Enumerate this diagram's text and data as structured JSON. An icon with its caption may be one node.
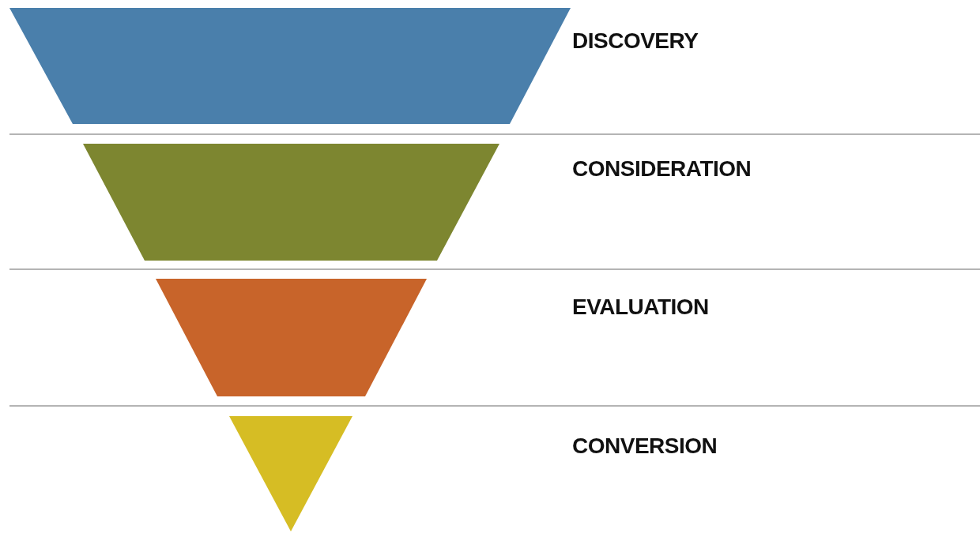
{
  "diagram": {
    "nodes": [
      {
        "text": [],
        "shape": "trapezoid"
      },
      {
        "text": [],
        "shape": "trapezoid"
      },
      {
        "text": [],
        "shape": "trapezoid"
      },
      {
        "text": [],
        "shape": "triangle"
      }
    ],
    "labels": [
      "DISCOVERY",
      "CONSIDERATION",
      "EVALUATION",
      "CONVERSION"
    ]
  }
}
